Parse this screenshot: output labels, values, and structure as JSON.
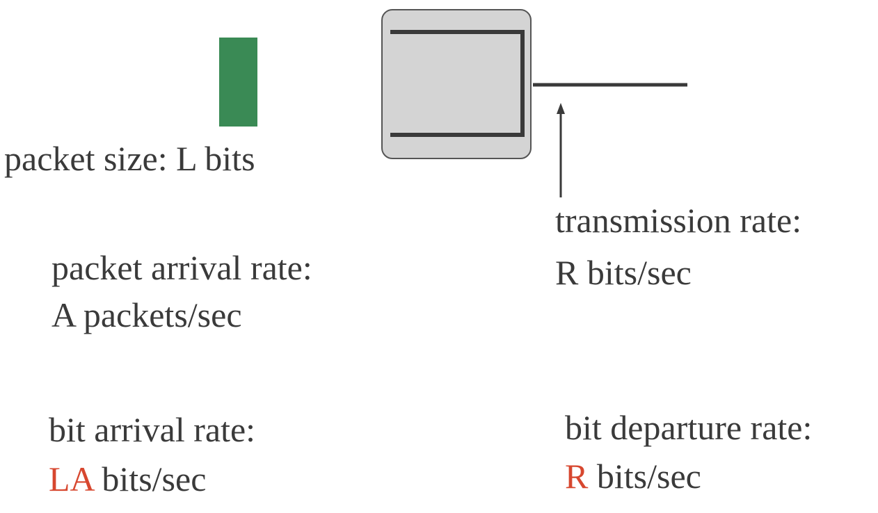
{
  "packet": {
    "label": "packet size: L bits",
    "color": "#3a8a55"
  },
  "arrival": {
    "line1": "packet arrival rate:",
    "line2": "A packets/sec"
  },
  "transmission": {
    "line1": "transmission rate:",
    "line2": "R bits/sec"
  },
  "bit_arrival": {
    "line1": "bit arrival rate:",
    "highlight": "LA",
    "suffix": " bits/sec"
  },
  "bit_departure": {
    "line1": "bit departure rate:",
    "highlight": "R",
    "suffix": " bits/sec"
  },
  "colors": {
    "highlight": "#d7472f",
    "router_fill": "#d4d4d4",
    "stroke": "#3a3a3a"
  }
}
